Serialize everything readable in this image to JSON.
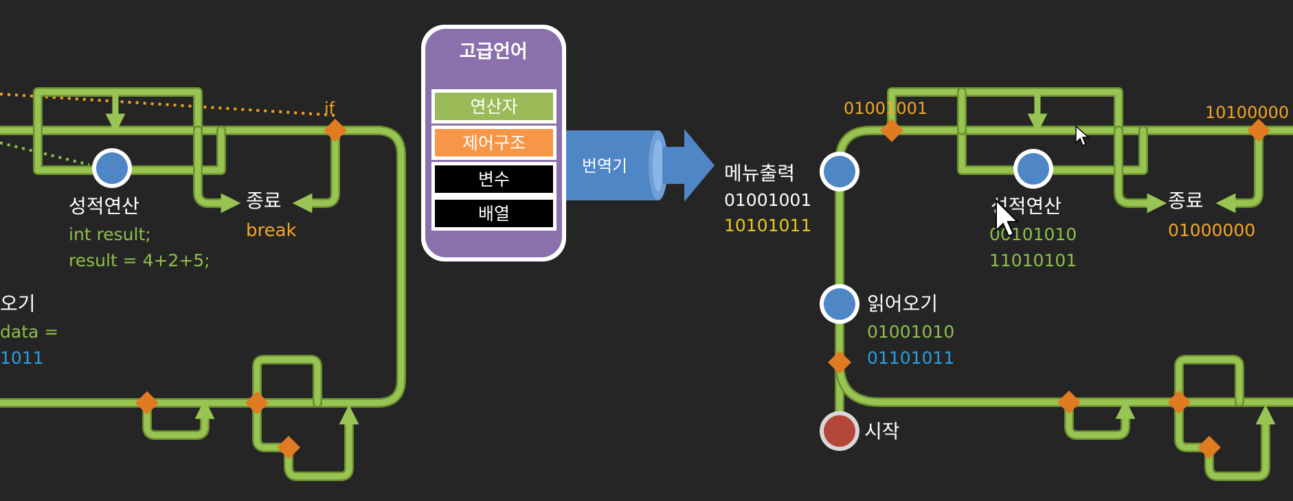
{
  "colors": {
    "background": "#252526",
    "track": "#98c453",
    "track_dark": "#6b8f2e",
    "diamond": "#e07b22",
    "node_blue": "#4f86c6",
    "node_red": "#b5473a",
    "text_green": "#8fbf4a",
    "text_orange": "#f5a623",
    "text_yellow": "#e8c81e",
    "text_blue": "#2a9fe0",
    "panel_purple": "#8a70ad"
  },
  "left_diagram": {
    "if_label": "if",
    "calc": {
      "title": "성적연산",
      "code1": "int result;",
      "code2": "result = 4+2+5;"
    },
    "end": {
      "title": "종료",
      "keyword": "break"
    },
    "read": {
      "title": "오기",
      "code1": "data =",
      "code2": "1011"
    }
  },
  "panel": {
    "title": "고급언어",
    "items": [
      "연산자",
      "제어구조",
      "변수",
      "배열"
    ]
  },
  "translator": {
    "label": "번역기"
  },
  "right_diagram": {
    "bits_top_left": "01001001",
    "bits_top_right": "10100000",
    "menu": {
      "title": "메뉴출력",
      "bits1": "01001001",
      "bits2": "10101011"
    },
    "calc": {
      "title": "성적연산",
      "bits1": "00101010",
      "bits2": "11010101"
    },
    "end": {
      "title": "종료",
      "bits": "01000000"
    },
    "read": {
      "title": "읽어오기",
      "bits1": "01001010",
      "bits2": "01101011"
    },
    "start": {
      "title": "시작"
    }
  }
}
